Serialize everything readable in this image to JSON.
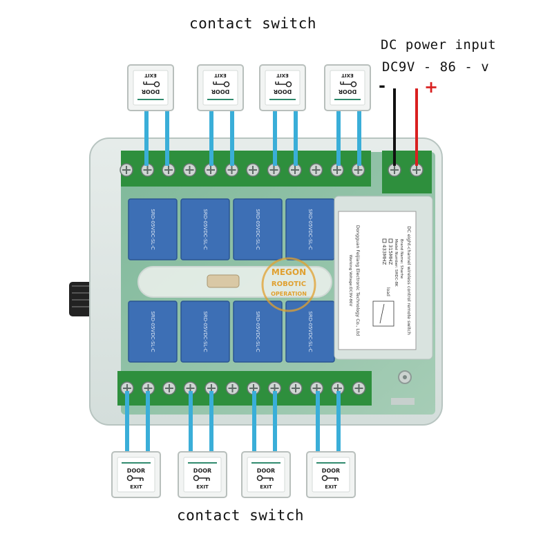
{
  "labels": {
    "top_title": "contact switch",
    "bottom_title": "contact switch",
    "power_title": "DC power input",
    "power_voltage": "DC9V - 86 - v",
    "negative": "-",
    "positive": "+"
  },
  "switch": {
    "line1": "DOOR",
    "line2": "EXIT"
  },
  "module": {
    "label_title": "DC eight-channel wireless control remote switch",
    "brand_line": "Brand Name: Sharhe",
    "model_line": "Model Number: SHDC-8K",
    "freq_315": "315MHZ",
    "freq_433": "433MHZ",
    "load_label": "load",
    "company": "Dongguan Feijiang Electronic Technology Co., Ltd",
    "voltage_note": "Working Voltage:DC9V-86V",
    "watermark": [
      "MEGON",
      "ROBOTIC",
      "OPERATION"
    ]
  },
  "relay": {
    "text": "SRD-05VDC-SL-C"
  },
  "colors": {
    "wire": "#3aaed8",
    "terminal_green": "#3fa84a",
    "relay_blue": "#3d6fb5",
    "positive": "#d92020",
    "negative": "#111111"
  }
}
